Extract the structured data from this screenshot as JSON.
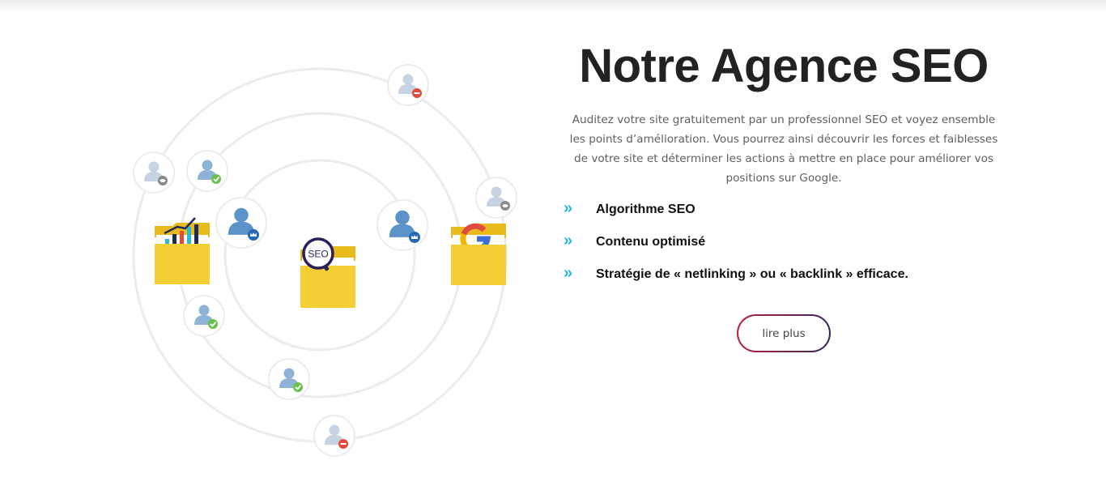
{
  "heading": {
    "title": "Notre Agence SEO"
  },
  "intro": {
    "text": "Auditez votre site gratuitement par un professionnel SEO et voyez ensemble les points d’amélioration. Vous pourrez ainsi découvrir les forces et faiblesses de votre site et déterminer les actions à mettre en place pour améliorer vos positions sur Google."
  },
  "features": [
    {
      "icon": "double-chevron-right-icon",
      "label": "Algorithme SEO"
    },
    {
      "icon": "double-chevron-right-icon",
      "label": "Contenu optimisé"
    },
    {
      "icon": "double-chevron-right-icon",
      "label": "Stratégie de « netlinking » ou « backlink » efficace."
    }
  ],
  "cta": {
    "label": "lire plus"
  },
  "illustration": {
    "center_badge": "SEO",
    "colors": {
      "accent": "#29b8d8",
      "folder": "#f4cf33",
      "ring": "#ececec",
      "button_gradient_start": "#b5223f",
      "button_gradient_end": "#3a2560",
      "status_ok": "#6cc04a",
      "status_blocked": "#e04a3f",
      "status_watch": "#8a8a8a",
      "status_premium": "#2467b4"
    }
  }
}
